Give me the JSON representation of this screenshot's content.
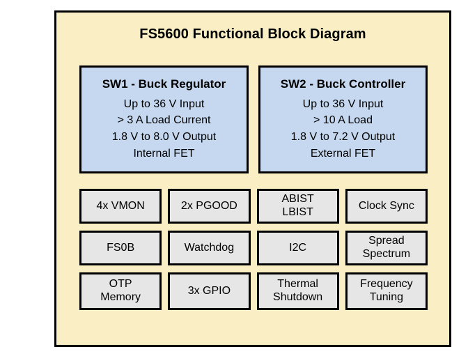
{
  "diagram": {
    "title": "FS5600 Functional Block Diagram",
    "colors": {
      "frame_background": "#faeec4",
      "frame_border": "#000000",
      "switcher_block_fill": "#c5d8ef",
      "feature_block_fill": "#e6e6e6",
      "text": "#000000",
      "page_background": "#ffffff"
    },
    "switchers": [
      {
        "title": "SW1 - Buck Regulator",
        "lines": [
          "Up to 36 V Input",
          "> 3 A Load Current",
          "1.8 V to 8.0 V Output",
          "Internal FET"
        ]
      },
      {
        "title": "SW2 - Buck Controller",
        "lines": [
          "Up to 36 V Input",
          "> 10 A Load",
          "1.8 V to 7.2 V Output",
          "External FET"
        ]
      }
    ],
    "features": [
      {
        "lines": [
          "4x VMON"
        ]
      },
      {
        "lines": [
          "2x PGOOD"
        ]
      },
      {
        "lines": [
          "ABIST",
          "LBIST"
        ]
      },
      {
        "lines": [
          "Clock Sync"
        ]
      },
      {
        "lines": [
          "FS0B"
        ]
      },
      {
        "lines": [
          "Watchdog"
        ]
      },
      {
        "lines": [
          "I2C"
        ]
      },
      {
        "lines": [
          "Spread",
          "Spectrum"
        ]
      },
      {
        "lines": [
          "OTP",
          "Memory"
        ]
      },
      {
        "lines": [
          "3x GPIO"
        ]
      },
      {
        "lines": [
          "Thermal",
          "Shutdown"
        ]
      },
      {
        "lines": [
          "Frequency",
          "Tuning"
        ]
      }
    ]
  }
}
